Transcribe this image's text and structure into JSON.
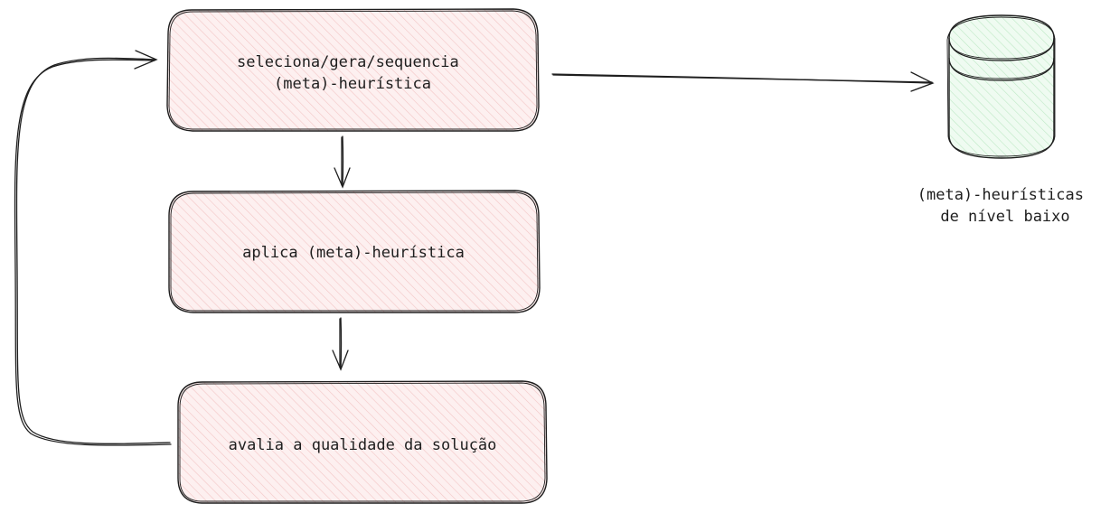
{
  "nodes": {
    "select": {
      "lines": [
        "seleciona/gera/sequencia",
        "(meta)-heurística"
      ]
    },
    "apply": {
      "lines": [
        "aplica (meta)-heurística"
      ]
    },
    "evaluate": {
      "lines": [
        "avalia a qualidade da solução"
      ]
    },
    "store": {
      "lines": [
        "(meta)-heurísticas",
        "de nível baixo"
      ]
    }
  },
  "colors": {
    "box_fill": "#ffc9c9",
    "box_hatch": "#f7b5b5",
    "store_fill": "#b2f2bb",
    "store_hatch": "#9fe6aa",
    "stroke": "#1e1e1e"
  }
}
